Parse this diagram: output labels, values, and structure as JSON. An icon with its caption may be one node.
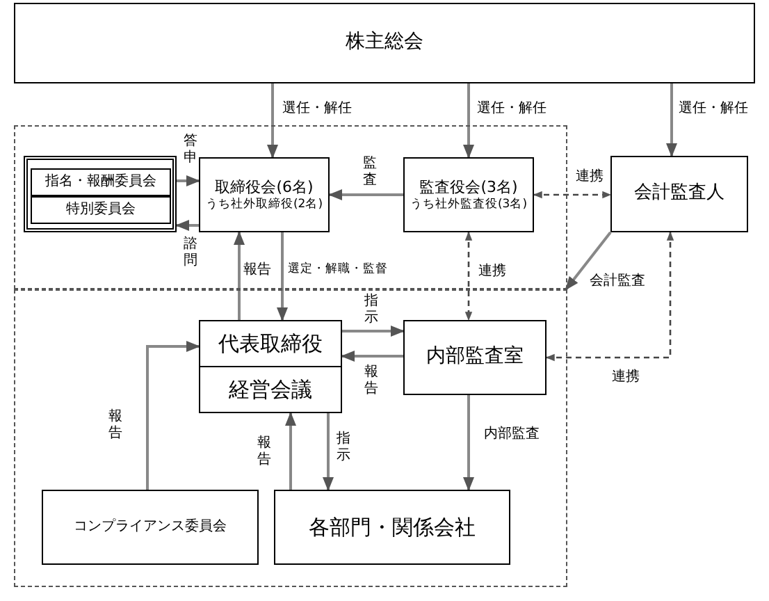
{
  "diagram": {
    "nodes": [
      {
        "text": [
          "株主総会"
        ]
      },
      {
        "text": [],
        "shape": "box"
      },
      {
        "text": [],
        "shape": "box",
        "in": 1
      },
      {
        "text": [
          "指名・報酬委員会"
        ],
        "in": 2
      },
      {
        "text": [
          "特別委員会"
        ],
        "in": 2
      },
      {
        "text": [
          "取締役会(6名)",
          "うち社外取締役(2名)"
        ],
        "in": 1
      },
      {
        "text": [
          "監査役会(3名)",
          "うち社外監査役(3名)"
        ],
        "in": 1
      },
      {
        "text": [
          "会計監査人"
        ]
      },
      {
        "text": [],
        "shape": "box"
      },
      {
        "text": [
          "代表取締役"
        ],
        "in": 8
      },
      {
        "text": [
          "経営会議"
        ],
        "in": 8
      },
      {
        "text": [
          "内部監査室"
        ],
        "in": 8
      },
      {
        "text": [
          "コンプライアンス委員会"
        ],
        "in": 8
      },
      {
        "text": [
          "各部門・関係会社"
        ],
        "in": 8
      }
    ],
    "edges": [
      {
        "from": 0,
        "to": 5,
        "arrow": "to",
        "label": "選任・解任"
      },
      {
        "from": 0,
        "to": 6,
        "arrow": "to",
        "label": "選任・解任"
      },
      {
        "from": 0,
        "to": 7,
        "arrow": "to",
        "label": "選任・解任"
      },
      {
        "from": 2,
        "to": 5,
        "arrow": "to",
        "label": "答申"
      },
      {
        "from": 5,
        "to": 2,
        "arrow": "to",
        "label": "諮問"
      },
      {
        "from": 6,
        "to": 5,
        "arrow": "to",
        "label": "監査"
      },
      {
        "from": 6,
        "to": 7,
        "arrow": "both",
        "label": "連携",
        "style": "dashed"
      },
      {
        "from": 7,
        "to": 8,
        "arrow": "to",
        "label": "会計監査"
      },
      {
        "from": 9,
        "to": 5,
        "arrow": "to",
        "label": "報告"
      },
      {
        "from": 5,
        "to": 9,
        "arrow": "to",
        "label": "選定・解職・監督"
      },
      {
        "from": 6,
        "to": 11,
        "arrow": "both",
        "label": "連携",
        "style": "dashed"
      },
      {
        "from": 9,
        "to": 11,
        "arrow": "to",
        "label": "指示"
      },
      {
        "from": 11,
        "to": 9,
        "arrow": "to",
        "label": "報告"
      },
      {
        "from": 7,
        "to": 11,
        "arrow": "both",
        "label": "連携",
        "style": "dashed"
      },
      {
        "from": 12,
        "to": 9,
        "arrow": "to",
        "label": "報告"
      },
      {
        "from": 13,
        "to": 10,
        "arrow": "to",
        "label": "報告"
      },
      {
        "from": 10,
        "to": 13,
        "arrow": "to",
        "label": "指示"
      },
      {
        "from": 11,
        "to": 13,
        "arrow": "to",
        "label": "内部監査"
      }
    ]
  }
}
